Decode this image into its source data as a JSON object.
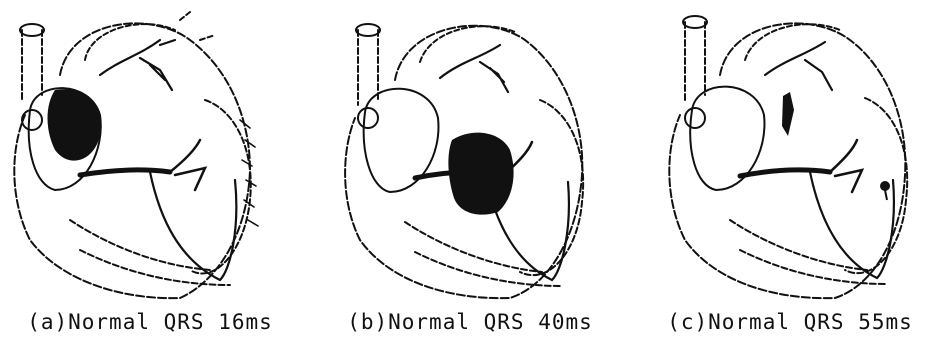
{
  "panels": [
    {
      "caption": "(a)Normal QRS 16ms"
    },
    {
      "caption": "(b)Normal QRS 40ms"
    },
    {
      "caption": "(c)Normal QRS 55ms"
    }
  ],
  "colors": {
    "ink": "#111111",
    "background": "#ffffff"
  }
}
